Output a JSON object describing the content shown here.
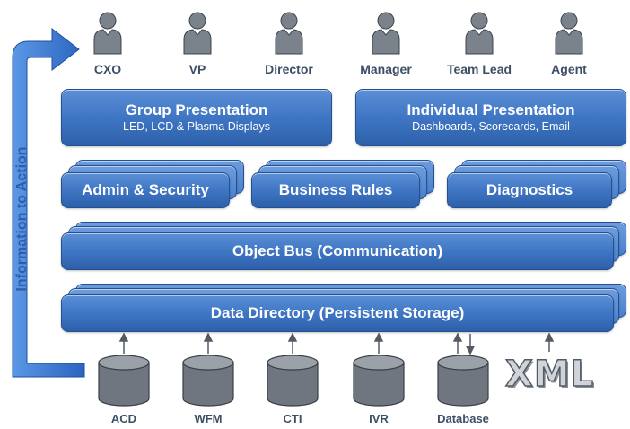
{
  "roles": [
    "CXO",
    "VP",
    "Director",
    "Manager",
    "Team Lead",
    "Agent"
  ],
  "side_label": "Information to Action",
  "group_presentation": {
    "title": "Group Presentation",
    "subtitle": "LED, LCD & Plasma Displays"
  },
  "individual_presentation": {
    "title": "Individual Presentation",
    "subtitle": "Dashboards, Scorecards, Email"
  },
  "modules": [
    "Admin & Security",
    "Business Rules",
    "Diagnostics"
  ],
  "object_bus": "Object Bus (Communication)",
  "data_directory": "Data Directory (Persistent Storage)",
  "sources": [
    "ACD",
    "WFM",
    "CTI",
    "IVR",
    "Database"
  ],
  "xml_label": "XML",
  "colors": {
    "panel_blue": "#3f76c4",
    "arrow_blue": "#2f6fd0",
    "person_gray": "#7a828c",
    "db_gray": "#6f767f"
  }
}
